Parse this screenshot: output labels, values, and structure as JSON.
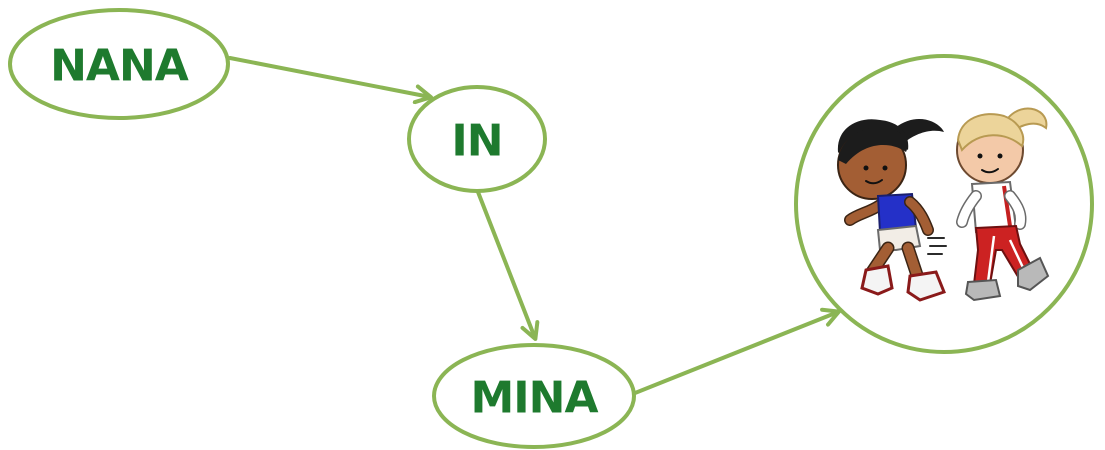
{
  "nodes": {
    "nana": {
      "label": "NANA"
    },
    "in": {
      "label": "IN"
    },
    "mina": {
      "label": "MINA"
    }
  },
  "picture": {
    "description_icon": "two-children-running-icon"
  },
  "colors": {
    "outline": "#8bb554",
    "text": "#1e7a2e"
  }
}
